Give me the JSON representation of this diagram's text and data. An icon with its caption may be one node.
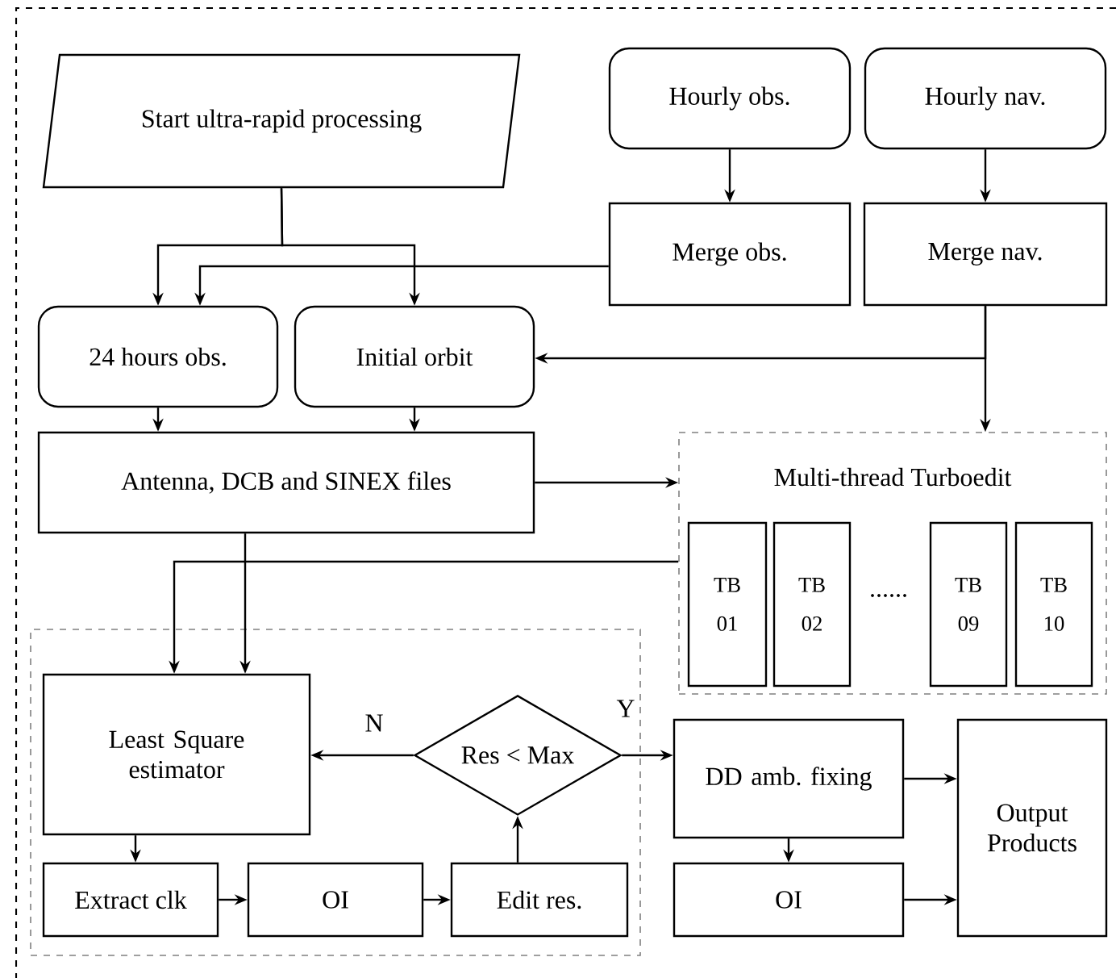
{
  "diagram": {
    "nodes": [
      {
        "text": [
          "Start ultra-rapid processing"
        ]
      },
      {
        "text": [
          "Hourly obs."
        ]
      },
      {
        "text": [
          "Hourly nav."
        ]
      },
      {
        "text": [
          "Merge obs."
        ]
      },
      {
        "text": [
          "Merge nav."
        ]
      },
      {
        "text": [
          "24 hours obs."
        ]
      },
      {
        "text": [
          "Initial orbit"
        ]
      },
      {
        "text": [
          "Antenna, DCB and SINEX files"
        ]
      },
      {
        "text": [
          "Multi-thread Turboedit"
        ]
      },
      {
        "text": [
          "TB 01"
        ],
        "in": 8
      },
      {
        "text": [
          "TB 02"
        ],
        "in": 8
      },
      {
        "text": [
          "TB 09"
        ],
        "in": 8
      },
      {
        "text": [
          "TB 10"
        ],
        "in": 8
      },
      {
        "text": [],
        "shape": "box"
      },
      {
        "text": [
          "Least Square estimator"
        ],
        "in": 13
      },
      {
        "text": [
          "Res < Max"
        ],
        "in": 13
      },
      {
        "text": [
          "Extract clk"
        ],
        "in": 13
      },
      {
        "text": [
          "OI"
        ],
        "in": 13
      },
      {
        "text": [
          "Edit res."
        ],
        "in": 13
      },
      {
        "text": [
          "DD amb. fixing"
        ]
      },
      {
        "text": [
          "OI"
        ]
      },
      {
        "text": [
          "Output Products"
        ]
      }
    ],
    "edges": [
      {
        "from": 0,
        "to": 5,
        "arrow": "to"
      },
      {
        "from": 0,
        "to": 6,
        "arrow": "to"
      },
      {
        "from": 1,
        "to": 3,
        "arrow": "to"
      },
      {
        "from": 2,
        "to": 4,
        "arrow": "to"
      },
      {
        "from": 3,
        "to": 5,
        "arrow": "to"
      },
      {
        "from": 4,
        "to": 6,
        "arrow": "to"
      },
      {
        "from": 4,
        "to": 8,
        "arrow": "to"
      },
      {
        "from": 5,
        "to": 7,
        "arrow": "to"
      },
      {
        "from": 6,
        "to": 7,
        "arrow": "to"
      },
      {
        "from": 7,
        "to": 8,
        "arrow": "to"
      },
      {
        "from": 7,
        "to": 14,
        "arrow": "to"
      },
      {
        "from": 8,
        "to": 14,
        "arrow": "to"
      },
      {
        "from": 15,
        "to": 14,
        "arrow": "to",
        "label": "N"
      },
      {
        "from": 15,
        "to": 19,
        "arrow": "to",
        "label": "Y"
      },
      {
        "from": 18,
        "to": 15,
        "arrow": "to"
      },
      {
        "from": 14,
        "to": 16,
        "arrow": "to"
      },
      {
        "from": 16,
        "to": 17,
        "arrow": "to"
      },
      {
        "from": 17,
        "to": 18,
        "arrow": "to"
      },
      {
        "from": 19,
        "to": 20,
        "arrow": "to"
      },
      {
        "from": 19,
        "to": 21,
        "arrow": "to"
      },
      {
        "from": 20,
        "to": 21,
        "arrow": "to"
      }
    ],
    "labels": [
      "......"
    ]
  }
}
